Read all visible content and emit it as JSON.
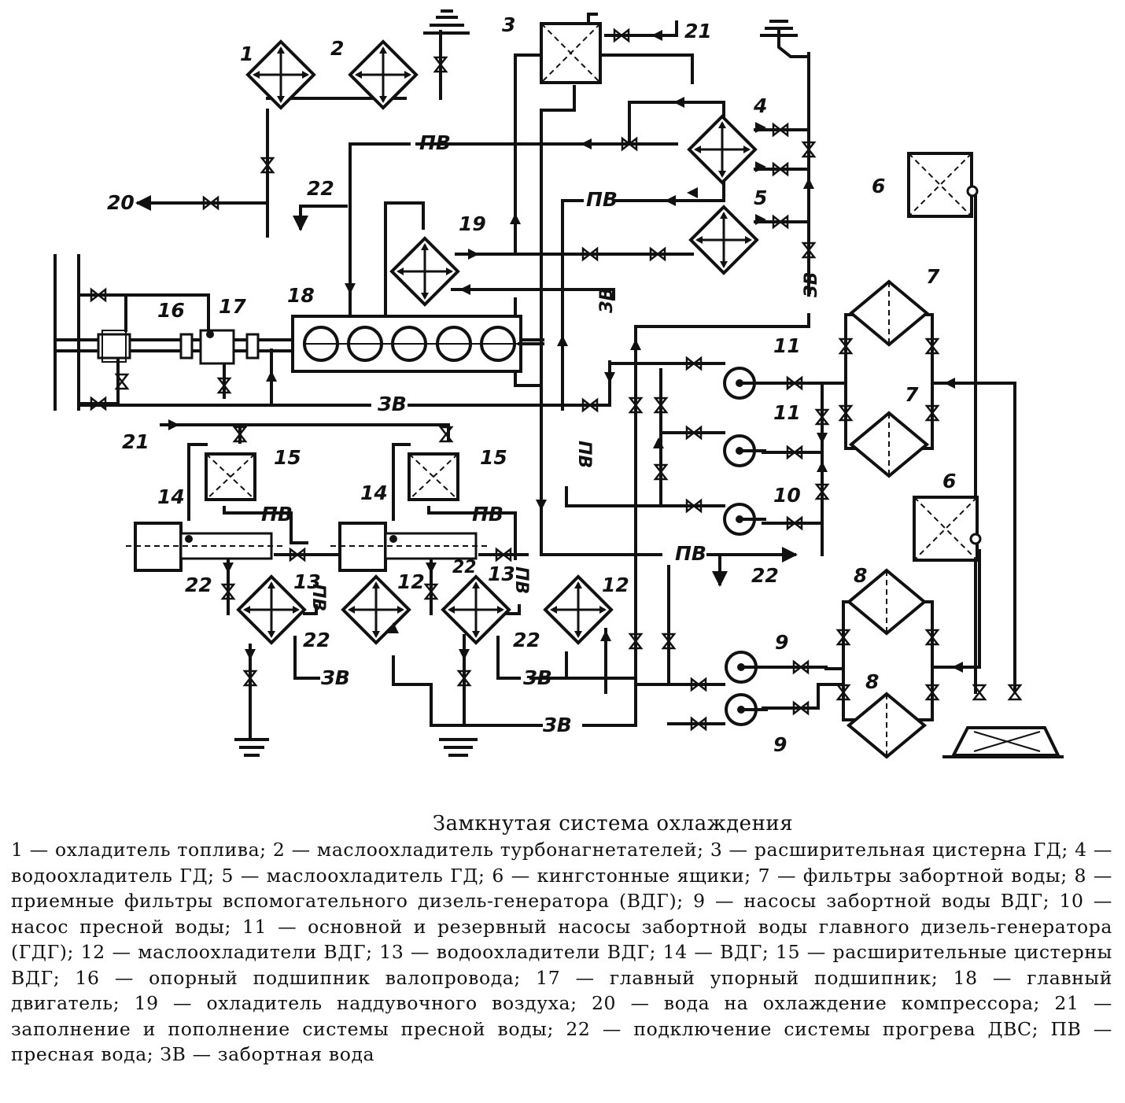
{
  "diagram": {
    "numbers": [
      "1",
      "2",
      "3",
      "4",
      "5",
      "6",
      "6",
      "7",
      "7",
      "8",
      "8",
      "9",
      "9",
      "10",
      "11",
      "11",
      "12",
      "12",
      "13",
      "13",
      "14",
      "14",
      "15",
      "15",
      "16",
      "17",
      "18",
      "19",
      "20",
      "21",
      "21",
      "22",
      "22",
      "22",
      "22",
      "22"
    ],
    "pv": "ПВ",
    "zv": "ЗВ"
  },
  "caption": {
    "title": "Замкнутая система охлаждения",
    "legend": "1 — охладитель топлива; 2 — маслоохладитель турбонагнетателей; 3 — расширительная цистерна ГД; 4 — водоохладитель ГД; 5 — маслоохладитель ГД; 6 — кингстонные ящики; 7 — фильтры забортной воды; 8 — приемные фильтры вспомогательного дизель-генератора (ВДГ); 9 — насосы забортной воды ВДГ; 10 — насос пресной воды; 11 — основной и резервный насосы забортной воды главного дизель-генератора (ГДГ); 12 — маслоохладители ВДГ; 13 — водоохладители ВДГ; 14 — ВДГ; 15 — расширительные цистерны ВДГ; 16 — опорный подшипник валопровода; 17 — главный упорный подшипник; 18 — главный двигатель; 19 — охладитель наддувочного воздуха; 20 — вода на охлаждение компрессора; 21 — заполнение и пополнение системы пресной воды; 22 — подключение системы прогрева ДВС; ПВ — пресная вода; ЗВ — забортная вода"
  }
}
